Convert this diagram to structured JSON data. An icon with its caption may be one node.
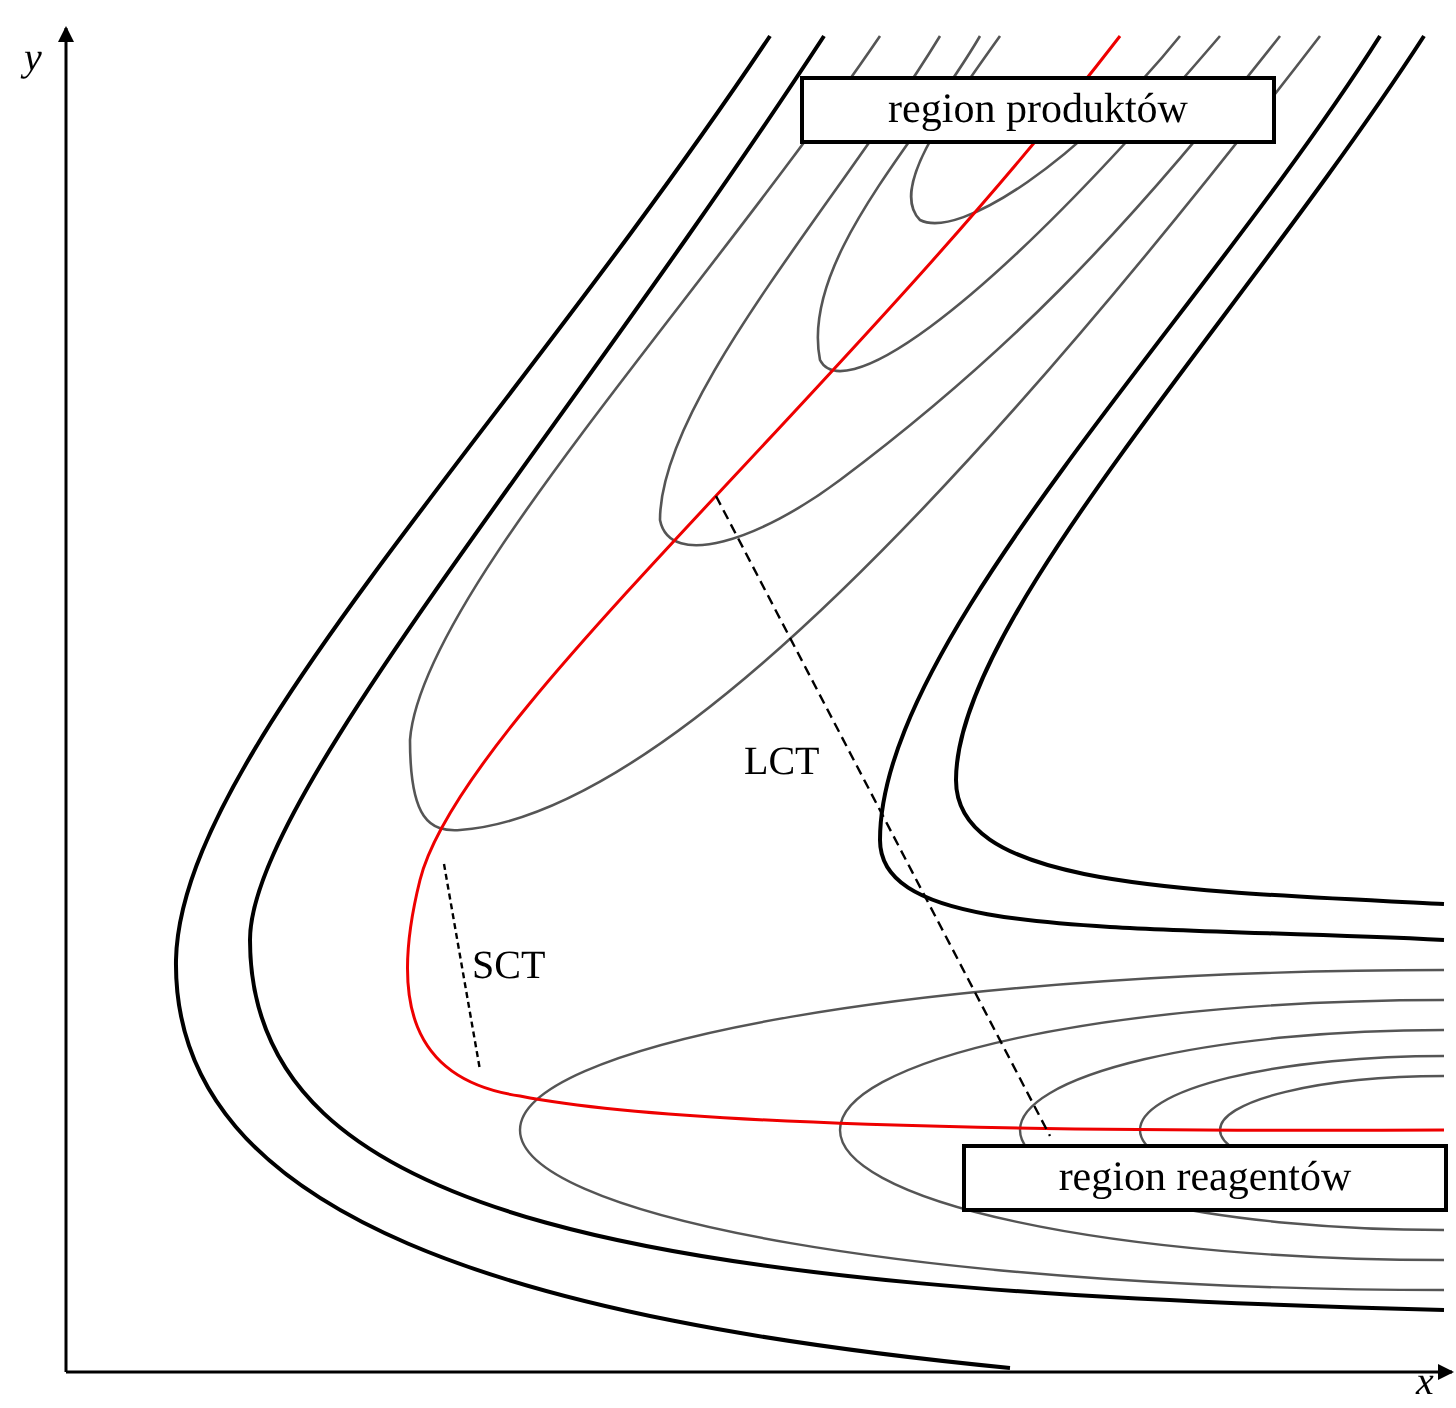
{
  "diagram": {
    "nodes": [
      {
        "text": [
          "region produktów"
        ]
      },
      {
        "text": [
          "region reagentów"
        ]
      }
    ],
    "edges": [],
    "labels": [
      "y",
      "LCT",
      "SCT",
      "x"
    ]
  }
}
